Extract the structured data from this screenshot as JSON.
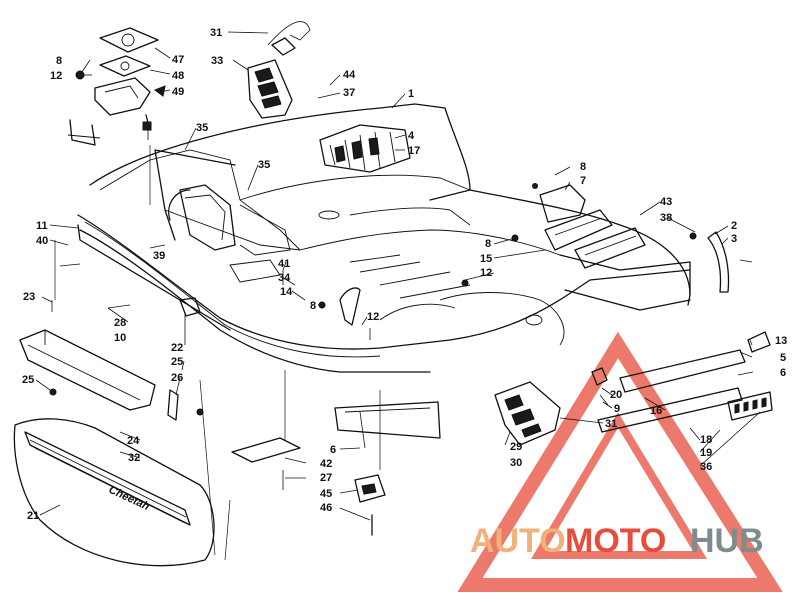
{
  "callouts": [
    {
      "id": "c31a",
      "text": "31"
    },
    {
      "id": "c33",
      "text": "33"
    },
    {
      "id": "c47",
      "text": "47"
    },
    {
      "id": "c48",
      "text": "48"
    },
    {
      "id": "c49",
      "text": "49"
    },
    {
      "id": "c8a",
      "text": "8"
    },
    {
      "id": "c12a",
      "text": "12"
    },
    {
      "id": "c44",
      "text": "44"
    },
    {
      "id": "c37",
      "text": "37"
    },
    {
      "id": "c1",
      "text": "1"
    },
    {
      "id": "c4",
      "text": "4"
    },
    {
      "id": "c17",
      "text": "17"
    },
    {
      "id": "c35a",
      "text": "35"
    },
    {
      "id": "c35b",
      "text": "35"
    },
    {
      "id": "c8b",
      "text": "8"
    },
    {
      "id": "c7",
      "text": "7"
    },
    {
      "id": "c43",
      "text": "43"
    },
    {
      "id": "c38",
      "text": "38"
    },
    {
      "id": "c2",
      "text": "2"
    },
    {
      "id": "c3",
      "text": "3"
    },
    {
      "id": "c11",
      "text": "11"
    },
    {
      "id": "c40",
      "text": "40"
    },
    {
      "id": "c39",
      "text": "39"
    },
    {
      "id": "c8c",
      "text": "8"
    },
    {
      "id": "c15",
      "text": "15"
    },
    {
      "id": "c12b",
      "text": "12"
    },
    {
      "id": "c41",
      "text": "41"
    },
    {
      "id": "c34",
      "text": "34"
    },
    {
      "id": "c14",
      "text": "14"
    },
    {
      "id": "c8d",
      "text": "8"
    },
    {
      "id": "c12c",
      "text": "12"
    },
    {
      "id": "c23",
      "text": "23"
    },
    {
      "id": "c28",
      "text": "28"
    },
    {
      "id": "c10",
      "text": "10"
    },
    {
      "id": "c22",
      "text": "22"
    },
    {
      "id": "c25a",
      "text": "25"
    },
    {
      "id": "c25b",
      "text": "25"
    },
    {
      "id": "c26",
      "text": "26"
    },
    {
      "id": "c13",
      "text": "13"
    },
    {
      "id": "c5",
      "text": "5"
    },
    {
      "id": "c6a",
      "text": "6"
    },
    {
      "id": "c20",
      "text": "20"
    },
    {
      "id": "c9",
      "text": "9"
    },
    {
      "id": "c16",
      "text": "16"
    },
    {
      "id": "c31b",
      "text": "31"
    },
    {
      "id": "c29",
      "text": "29"
    },
    {
      "id": "c30",
      "text": "30"
    },
    {
      "id": "c18",
      "text": "18"
    },
    {
      "id": "c19",
      "text": "19"
    },
    {
      "id": "c36",
      "text": "36"
    },
    {
      "id": "c24",
      "text": "24"
    },
    {
      "id": "c32",
      "text": "32"
    },
    {
      "id": "c6b",
      "text": "6"
    },
    {
      "id": "c42",
      "text": "42"
    },
    {
      "id": "c27",
      "text": "27"
    },
    {
      "id": "c45",
      "text": "45"
    },
    {
      "id": "c46",
      "text": "46"
    },
    {
      "id": "c21",
      "text": "21"
    }
  ],
  "grille_script": "Cheetah",
  "watermark": {
    "part1": "AUTO",
    "part2": "MOTO",
    "part3": "HUB",
    "color1": "#f0b27a",
    "color2": "#e74c3c",
    "color3": "#7f8c8d",
    "triangle_color": "#e74c3c"
  }
}
